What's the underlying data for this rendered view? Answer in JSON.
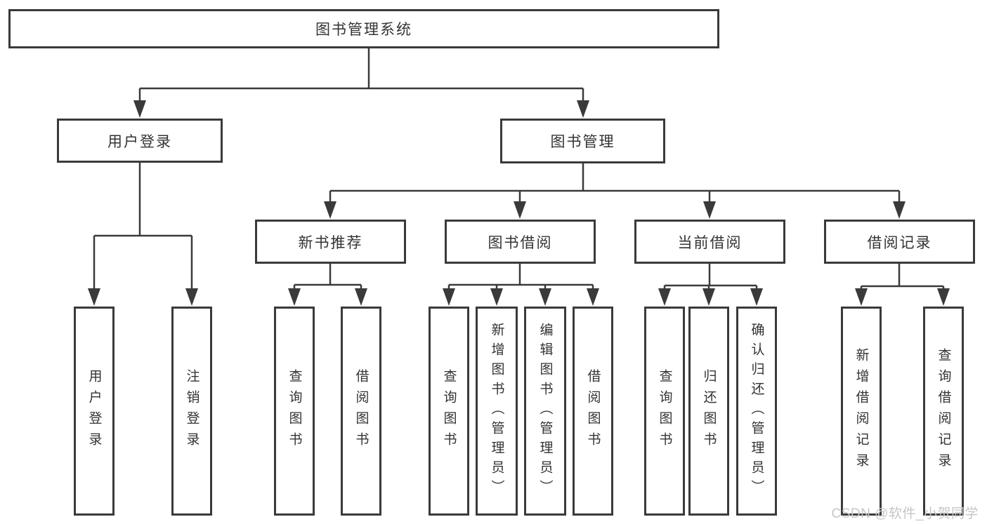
{
  "tree": {
    "root": {
      "label": "图书管理系统",
      "children": [
        {
          "label": "用户登录",
          "leaves": [
            "用户登录",
            "注销登录"
          ]
        },
        {
          "label": "图书管理",
          "children": [
            {
              "label": "新书推荐",
              "leaves": [
                "查询图书",
                "借阅图书"
              ]
            },
            {
              "label": "图书借阅",
              "leaves": [
                "查询图书",
                "新增图书（管理员）",
                "编辑图书（管理员）",
                "借阅图书"
              ]
            },
            {
              "label": "当前借阅",
              "leaves": [
                "查询图书",
                "归还图书",
                "确认归还（管理员）"
              ]
            },
            {
              "label": "借阅记录",
              "leaves": [
                "新增借阅记录",
                "查询借阅记录"
              ]
            }
          ]
        }
      ]
    }
  },
  "watermark": {
    "text": "CSDN @软件_小贺同学"
  },
  "colors": {
    "line": "#3a3a3a",
    "text": "#333333",
    "watermark": "#c6c6c6",
    "background": "#ffffff"
  }
}
